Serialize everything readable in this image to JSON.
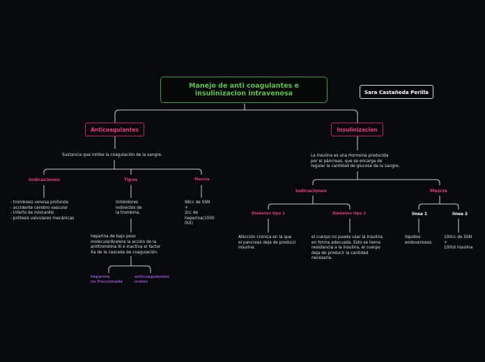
{
  "root": {
    "title": "Manejo de anti coagulantes e insulinizacion intravenosa"
  },
  "author": "Sara Castañeda Perilla",
  "anticoagulantes": {
    "label": "Anticoagulantes",
    "definition": "Sustancia que inhibe la coagulación de la sangre.",
    "indicaciones": {
      "label": "Indicaciones",
      "text": "- trombosis venosa profunda\n- accidente cerebro vascular\n- infarto de miocardio\n- prótesis valvulares mecánicas"
    },
    "tipos": {
      "label": "Tipos",
      "text": "Inhibidores\nindirectos de\nla trombina.",
      "heparina": "heparina de bajo peso\nmolecularAcelera la acción de la\nantitrombina III e inactiva el factor\nXa de la cascada de coagulación.",
      "sub1": "heparina\nno fraccionada",
      "sub2": "anticoagulantes\norales"
    },
    "mezcla": {
      "label": "Mezcla",
      "text": "98cc de SSN\n        +\n2cc de\nheparina(1000\n0UI)"
    }
  },
  "insulinizacion": {
    "label": "Insulinizacion",
    "definition": "La insulina es una Hormona producida\npor el páncreas, que se encarga de\nregular la cantidad de glucosa de la sangre.",
    "indicaciones": {
      "label": "Indicaciones",
      "dt1": {
        "label": "Diabetes tipo 1",
        "text": "Afección cronica en la que\nel pancreas deja de producir\ninsulina."
      },
      "dt2": {
        "label": "Diabetes tipo 2",
        "text": "el cuerpo no puede usar la insulina\nen forma adecuada. Esto se llama\n resistencia a la insulina, el cuerpo\ndeja de producir la cantidad\nnecesaria."
      }
    },
    "mezcla": {
      "label": "Mezcla",
      "linea1": {
        "label": "linea 1",
        "text": "liquidos\nendovenosos"
      },
      "linea2": {
        "label": "linea 2",
        "text": "100cc de SSN\n      +\n100UI insulina"
      }
    }
  },
  "colors": {
    "background": "#08090b",
    "root": "#5cc24a",
    "pink": "#e23c74",
    "purple": "#8a4ec4",
    "line": "#cfcfcf"
  }
}
